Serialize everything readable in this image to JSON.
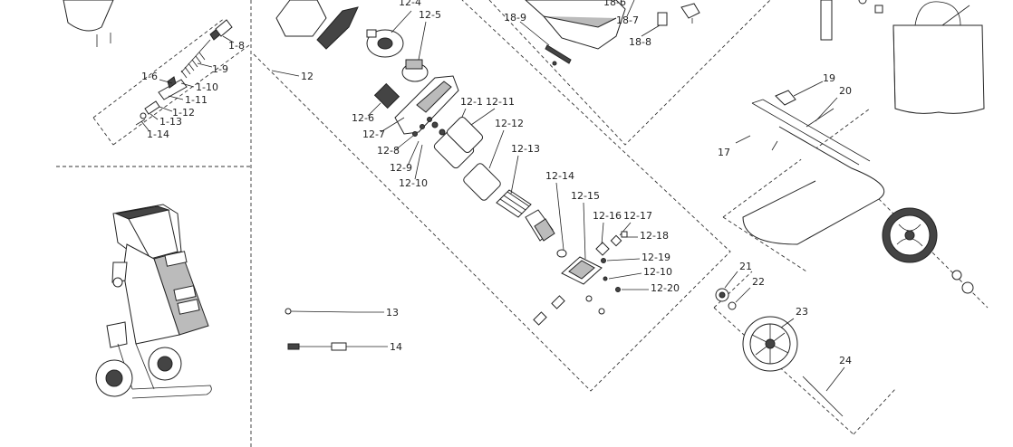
{
  "labels": {
    "l_1_6": "1-6",
    "l_1_8": "1-8",
    "l_1_9": "1-9",
    "l_1_10": "1-10",
    "l_1_11": "1-11",
    "l_1_12": "1-12",
    "l_1_13": "1-13",
    "l_1_14": "1-14",
    "l_12": "12",
    "l_12_4": "12-4",
    "l_12_5": "12-5",
    "l_12_6": "12-6",
    "l_12_7": "12-7",
    "l_12_8": "12-8",
    "l_12_9": "12-9",
    "l_12_10a": "12-10",
    "l_12_1": "12-1",
    "l_12_11": "12-11",
    "l_12_12": "12-12",
    "l_12_13": "12-13",
    "l_12_14": "12-14",
    "l_12_15": "12-15",
    "l_12_16": "12-16",
    "l_12_17": "12-17",
    "l_12_18": "12-18",
    "l_12_19": "12-19",
    "l_12_10b": "12-10",
    "l_12_20": "12-20",
    "l_13": "13",
    "l_14": "14",
    "l_18_6": "18-6",
    "l_18_7": "18-7",
    "l_18_8": "18-8",
    "l_18_9": "18-9",
    "l_17": "17",
    "l_19": "19",
    "l_20": "20",
    "l_21": "21",
    "l_22": "22",
    "l_23": "23",
    "l_24": "24"
  },
  "icons": {
    "shredder": "shredder-assembly-icon",
    "bag": "collection-bag-icon",
    "wheel": "wheel-icon"
  }
}
